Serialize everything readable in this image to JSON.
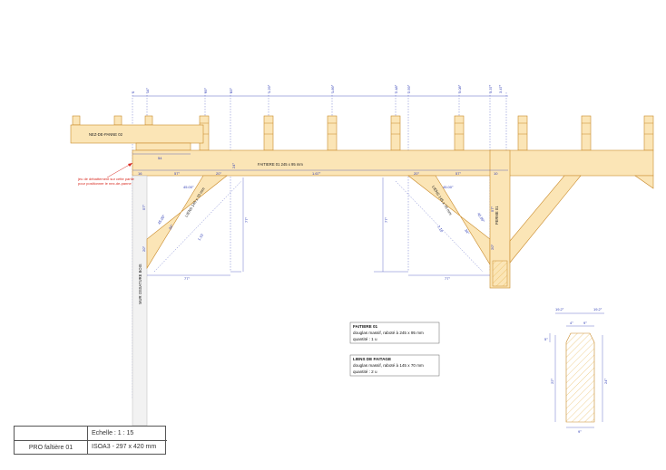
{
  "top_dimensions": [
    "0",
    "14°",
    "69°",
    "83°",
    "1.29°",
    "1.89°",
    "2.48°",
    "2.59°",
    "3.08°",
    "3.37°",
    "3.47°"
  ],
  "labels": {
    "nez_de_panne": "NEZ-DE-PANNE 02",
    "faitiere": "FAITIERE 01   245 x 95 mm",
    "lien_left": "LIENS 145 x 70 mm",
    "lien_right": "LIENS 145 x 70 mm",
    "ferme": "FERME 01",
    "mur": "MUR OSSATURE BOIS",
    "red_note_1": "jeu de débattement sur cette partie",
    "red_note_2": "pour positionner le nez-de-panne"
  },
  "dims": {
    "d54": "54",
    "d16": "16",
    "d57a": "57°",
    "d20a": "20°",
    "d24": "24°",
    "d167": "1.67°",
    "d20b": "20°",
    "d57b": "57°",
    "d10": "10",
    "d57c": "57°",
    "d57d": "57°",
    "d20c": "20°",
    "d20d": "20°",
    "a45_1": "45.00°",
    "a45_2": "45.00°",
    "a45_3": "45.00°",
    "a45_4": "45.00°",
    "d34a": "34°",
    "d34b": "34°",
    "d110a": "1.10",
    "d110b": "1.10",
    "d77a": "77°",
    "d77b": "77°",
    "d77c": "77°",
    "d77d": "77°"
  },
  "spec_boxes": [
    {
      "title": "FAITIERE 01",
      "line1": "douglas massif, raboté à 245 x 95 mm",
      "line2": "quantité : 1 u"
    },
    {
      "title": "LIENS DE FAITAGE",
      "line1": "douglas massif, raboté à 145 x 70 mm",
      "line2": "quantité : 2 u"
    }
  ],
  "section_dims": {
    "top_left": "19.2°",
    "top_right": "19.2°",
    "a": "4°",
    "b": "9°",
    "c": "5°",
    "left": "22°",
    "right": "24°",
    "bottom": "9°"
  },
  "title_block": {
    "name": "PRO faîtière 01",
    "scale": "Echelle :  1 : 15",
    "format": "ISOA3 - 297 x 420 mm"
  },
  "colors": {
    "wood": "#fbe5b6",
    "wood_stroke": "#c98a2a",
    "dim_line": "#2d3bb5",
    "note": "#d8281e"
  }
}
